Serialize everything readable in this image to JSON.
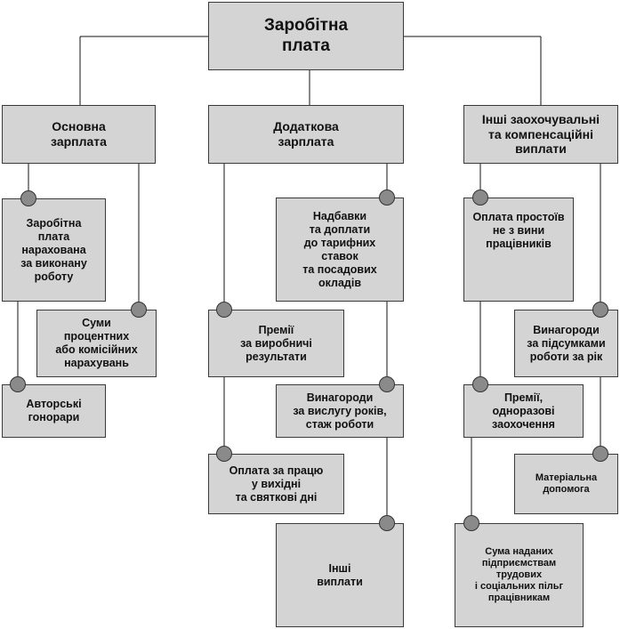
{
  "title": "Заробітна\nплата",
  "categories": {
    "basic": "Основна\nзарплата",
    "additional": "Додаткова\nзарплата",
    "other": "Інші заохочувальні\nта компенсаційні\nвиплати"
  },
  "basic_items": {
    "earned_pay": "Заробітна\nплата\nнарахована\nза виконану\nроботу",
    "commission": "Суми\nпроцентних\nабо комісійних\nнарахувань",
    "royalties": "Авторські\nгонорари"
  },
  "additional_items": {
    "allowances": "Надбавки\nта доплати\nдо тарифних\nставок\nта посадових\nокладів",
    "production_bonus": "Премії\nза виробничі\nрезультати",
    "seniority": "Винагороди\nза вислугу років,\nстаж роботи",
    "weekend_pay": "Оплата за працю\nу вихідні\nта святкові дні",
    "other_payments": "Інші\nвиплати"
  },
  "other_items": {
    "downtime": "Оплата простоїв\nне з вини\nпрацівників",
    "annual_reward": "Винагороди\nза підсумками\nроботи за рік",
    "one_time_bonus": "Премії,\nодноразові\nзаохочення",
    "material_aid": "Матеріальна\nдопомога",
    "benefits": "Сума наданих\nпідприємствам\nтрудових\nі соціальних пільг\nпрацівникам"
  }
}
